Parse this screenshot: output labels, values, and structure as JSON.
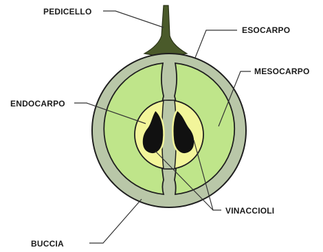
{
  "labels": {
    "pedicello": "PEDICELLO",
    "esocarpo": "ESOCARPO",
    "mesocarpo": "MESOCARPO",
    "endocarpo": "ENDOCARPO",
    "vinaccioli": "VINACCIOLI",
    "buccia": "BUCCIA"
  },
  "colors": {
    "stem": "#4a5a2a",
    "outer_skin": "#b9c7a8",
    "skin_outline": "#1f1f1f",
    "mesocarp": "#bfe58a",
    "endocarp": "#f2f59a",
    "seed": "#111111",
    "leader_line": "#333333"
  }
}
